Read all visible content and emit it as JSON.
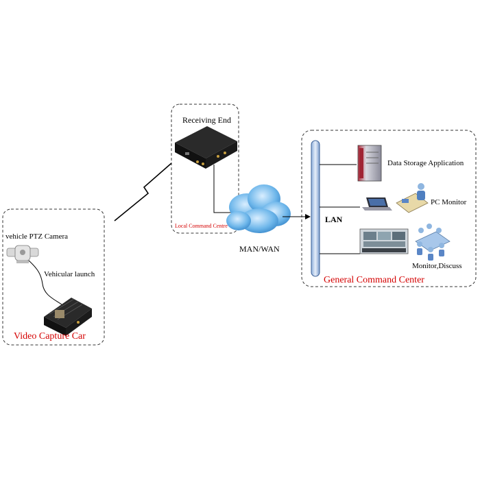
{
  "video_capture": {
    "group_title": "Video Capture Car",
    "camera_label": "vehicle PTZ Camera",
    "launch_label": "Vehicular launch"
  },
  "receiving": {
    "title": "Receiving End",
    "group_title": "Local Command Centre"
  },
  "network": {
    "label": "MAN/WAN"
  },
  "general": {
    "group_title": "General Command Center",
    "lan_label": "LAN",
    "storage_label": "Data Storage Application",
    "pc_label": "PC Monitor",
    "discuss_label": "Monitor,Discuss"
  },
  "colors": {
    "accent_red": "#d40000",
    "cloud_blue": "#5aa7e0",
    "lan_bar": "#c8d8ef",
    "device_black": "#1b1b1b"
  }
}
